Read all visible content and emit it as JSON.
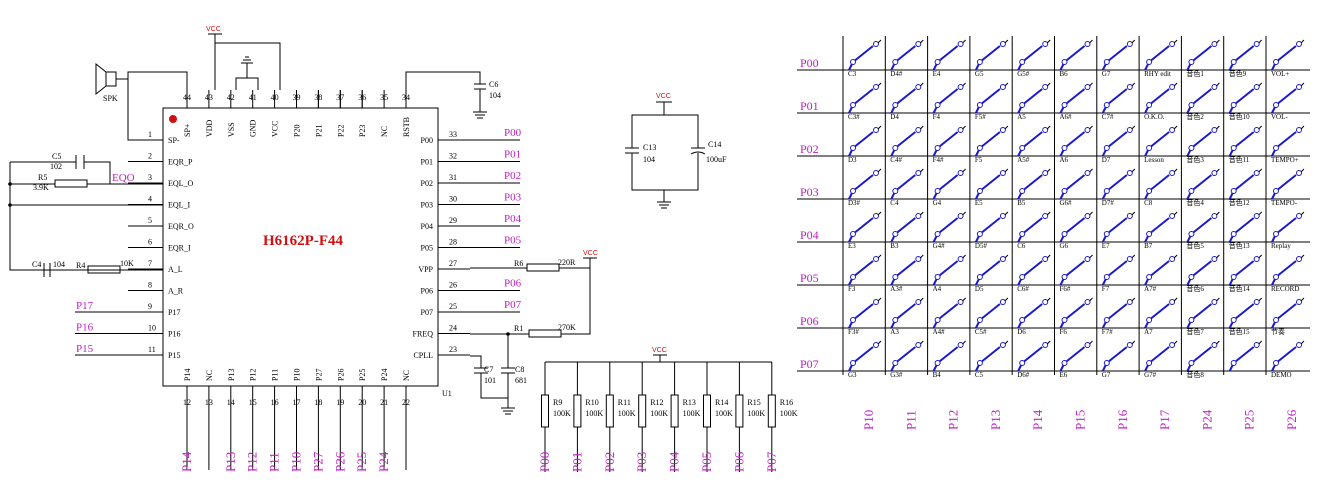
{
  "ic": {
    "title": "H6162P-F44",
    "ref": "U1",
    "left_pins": [
      {
        "num": "1",
        "name": "SP-"
      },
      {
        "num": "2",
        "name": "EQR_P"
      },
      {
        "num": "3",
        "name": "EQL_O"
      },
      {
        "num": "4",
        "name": "EQL_I"
      },
      {
        "num": "5",
        "name": "EQR_O"
      },
      {
        "num": "6",
        "name": "EQR_I"
      },
      {
        "num": "7",
        "name": "A_L"
      },
      {
        "num": "8",
        "name": "A_R"
      },
      {
        "num": "9",
        "name": "P17"
      },
      {
        "num": "10",
        "name": "P16"
      },
      {
        "num": "11",
        "name": "P15"
      }
    ],
    "right_pins": [
      {
        "num": "33",
        "name": "P00"
      },
      {
        "num": "32",
        "name": "P01"
      },
      {
        "num": "31",
        "name": "P02"
      },
      {
        "num": "30",
        "name": "P03"
      },
      {
        "num": "29",
        "name": "P04"
      },
      {
        "num": "28",
        "name": "P05"
      },
      {
        "num": "27",
        "name": "VPP"
      },
      {
        "num": "26",
        "name": "P06"
      },
      {
        "num": "25",
        "name": "P07"
      },
      {
        "num": "24",
        "name": "FREQ"
      },
      {
        "num": "23",
        "name": "CPLL"
      }
    ],
    "top_pins": [
      {
        "num": "44",
        "name": "SP+"
      },
      {
        "num": "43",
        "name": "VDD"
      },
      {
        "num": "42",
        "name": "VSS"
      },
      {
        "num": "41",
        "name": "GND"
      },
      {
        "num": "40",
        "name": "VCC"
      },
      {
        "num": "39",
        "name": "P20"
      },
      {
        "num": "38",
        "name": "P21"
      },
      {
        "num": "37",
        "name": "P22"
      },
      {
        "num": "36",
        "name": "P23"
      },
      {
        "num": "35",
        "name": "NC"
      },
      {
        "num": "34",
        "name": "RSTB"
      }
    ],
    "bottom_pins": [
      {
        "num": "12",
        "name": "P14"
      },
      {
        "num": "13",
        "name": "NC"
      },
      {
        "num": "14",
        "name": "P13"
      },
      {
        "num": "15",
        "name": "P12"
      },
      {
        "num": "16",
        "name": "P11"
      },
      {
        "num": "17",
        "name": "P10"
      },
      {
        "num": "18",
        "name": "P27"
      },
      {
        "num": "19",
        "name": "P26"
      },
      {
        "num": "20",
        "name": "P25"
      },
      {
        "num": "21",
        "name": "P24"
      },
      {
        "num": "22",
        "name": "NC"
      }
    ]
  },
  "nets_right": [
    "P00",
    "P01",
    "P02",
    "P03",
    "P04",
    "P05",
    "P06",
    "P07"
  ],
  "nets_left": [
    "P17",
    "P16",
    "P15"
  ],
  "nets_bottom": [
    "P14",
    "P13",
    "P12",
    "P11",
    "P10",
    "P27",
    "P26",
    "P25",
    "P24"
  ],
  "components": {
    "speaker": "SPK",
    "c5": {
      "ref": "C5",
      "val": "102"
    },
    "r5": {
      "ref": "R5",
      "val": "3.9K"
    },
    "eqo": "EQO",
    "c4": {
      "ref": "C4",
      "val": "104"
    },
    "r4": {
      "ref": "R4",
      "val": "10K"
    },
    "c6": {
      "ref": "C6",
      "val": "104"
    },
    "c13": {
      "ref": "C13",
      "val": "104"
    },
    "c14": {
      "ref": "C14",
      "val": "100uF"
    },
    "r6": {
      "ref": "R6",
      "val": "220R"
    },
    "r1": {
      "ref": "R1",
      "val": "270K"
    },
    "c7": {
      "ref": "C7",
      "val": "101"
    },
    "c8": {
      "ref": "C8",
      "val": "681"
    },
    "vcc": "VCC"
  },
  "pullups": [
    {
      "ref": "R9",
      "val": "100K",
      "net": "P00"
    },
    {
      "ref": "R10",
      "val": "100K",
      "net": "P01"
    },
    {
      "ref": "R11",
      "val": "100K",
      "net": "P02"
    },
    {
      "ref": "R12",
      "val": "100K",
      "net": "P03"
    },
    {
      "ref": "R13",
      "val": "100K",
      "net": "P04"
    },
    {
      "ref": "R14",
      "val": "100K",
      "net": "P05"
    },
    {
      "ref": "R15",
      "val": "100K",
      "net": "P06"
    },
    {
      "ref": "R16",
      "val": "100K",
      "net": "P07"
    }
  ],
  "matrix": {
    "rows": [
      "P00",
      "P01",
      "P02",
      "P03",
      "P04",
      "P05",
      "P06",
      "P07"
    ],
    "cols": [
      "P10",
      "P11",
      "P12",
      "P13",
      "P14",
      "P15",
      "P16",
      "P17",
      "P24",
      "P25",
      "P26"
    ],
    "keys": [
      [
        "C3",
        "D4#",
        "E4",
        "G5",
        "G5#",
        "B6",
        "G7",
        "RHY edit",
        "音色1",
        "音色9",
        "VOL+"
      ],
      [
        "C3#",
        "D4",
        "F4",
        "F5#",
        "A5",
        "A6#",
        "C7#",
        "O.K.O.",
        "音色2",
        "音色10",
        "VOL-"
      ],
      [
        "D3",
        "C4#",
        "F4#",
        "F5",
        "A5#",
        "A6",
        "D7",
        "Lesson",
        "音色3",
        "音色11",
        "TEMPO+"
      ],
      [
        "D3#",
        "C4",
        "G4",
        "E5",
        "B5",
        "G6#",
        "D7#",
        "C8",
        "音色4",
        "音色12",
        "TEMPO-"
      ],
      [
        "E3",
        "B3",
        "G4#",
        "D5#",
        "C6",
        "G6",
        "E7",
        "B7",
        "音色5",
        "音色13",
        "Replay"
      ],
      [
        "F3",
        "A3#",
        "A4",
        "D5",
        "C6#",
        "F6#",
        "F7",
        "A7#",
        "音色6",
        "音色14",
        "RECORD"
      ],
      [
        "F3#",
        "A3",
        "A4#",
        "C5#",
        "D6",
        "F6",
        "F7#",
        "A7",
        "音色7",
        "音色15",
        "节奏"
      ],
      [
        "G3",
        "G3#",
        "B4",
        "C5",
        "D6#",
        "E6",
        "G7",
        "G7#",
        "音色8",
        "",
        "DEMO"
      ]
    ]
  }
}
